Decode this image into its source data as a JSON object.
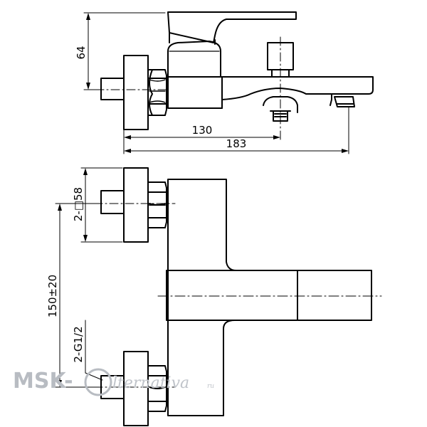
{
  "dimensions": {
    "height_64": "64",
    "width_130": "130",
    "width_183": "183",
    "square_58": "2-□58",
    "spacing_150": "150±20",
    "thread_g12": "2-G1/2"
  },
  "watermark": {
    "brand": "MSK-",
    "script": "lternativa",
    "suffix": "ru"
  },
  "colors": {
    "line": "#000000",
    "watermark": "#b8bcc2"
  }
}
